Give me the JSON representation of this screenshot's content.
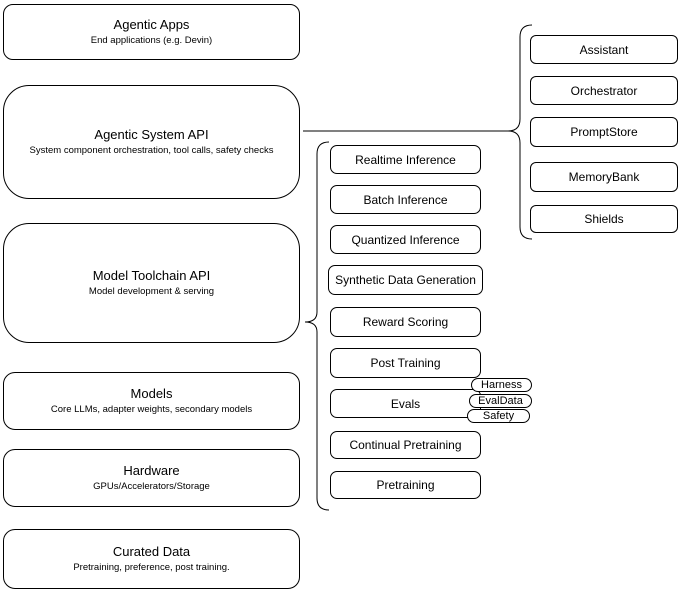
{
  "diagram": {
    "left_column": [
      {
        "title": "Agentic Apps",
        "subtitle": "End applications (e.g. Devin)"
      },
      {
        "title": "Agentic System API",
        "subtitle": "System component orchestration, tool calls, safety checks"
      },
      {
        "title": "Model Toolchain API",
        "subtitle": "Model development & serving"
      },
      {
        "title": "Models",
        "subtitle": "Core LLMs, adapter weights, secondary models"
      },
      {
        "title": "Hardware",
        "subtitle": "GPUs/Accelerators/Storage"
      },
      {
        "title": "Curated Data",
        "subtitle": "Pretraining, preference, post training."
      }
    ],
    "toolchain_services": [
      "Realtime Inference",
      "Batch Inference",
      "Quantized Inference",
      "Synthetic Data Generation",
      "Reward Scoring",
      "Post Training",
      "Evals",
      "Continual Pretraining",
      "Pretraining"
    ],
    "eval_tags": [
      "Harness",
      "EvalData",
      "Safety"
    ],
    "system_components": [
      "Assistant",
      "Orchestrator",
      "PromptStore",
      "MemoryBank",
      "Shields"
    ],
    "colors": {
      "stroke": "#000000",
      "fill": "#ffffff",
      "background": "#ffffff",
      "text": "#000000"
    }
  }
}
